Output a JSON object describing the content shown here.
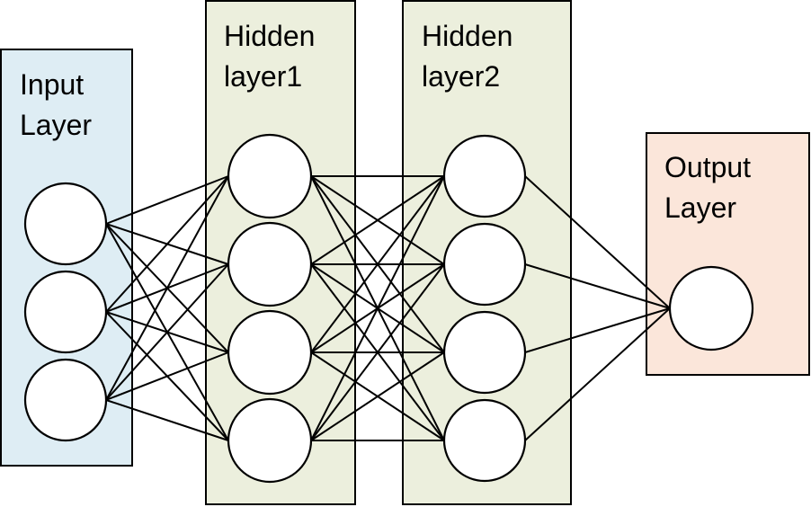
{
  "layers": [
    {
      "id": "input",
      "label_lines": [
        "Input",
        "Layer"
      ],
      "fill": "#deedf4",
      "neurons": 3
    },
    {
      "id": "hidden1",
      "label_lines": [
        "Hidden",
        "layer1"
      ],
      "fill": "#ecefdd",
      "neurons": 4
    },
    {
      "id": "hidden2",
      "label_lines": [
        "Hidden",
        "layer2"
      ],
      "fill": "#ecefdd",
      "neurons": 4
    },
    {
      "id": "output",
      "label_lines": [
        "Output",
        "Layer"
      ],
      "fill": "#fbe6da",
      "neurons": 1
    }
  ],
  "connections": "fully-connected"
}
